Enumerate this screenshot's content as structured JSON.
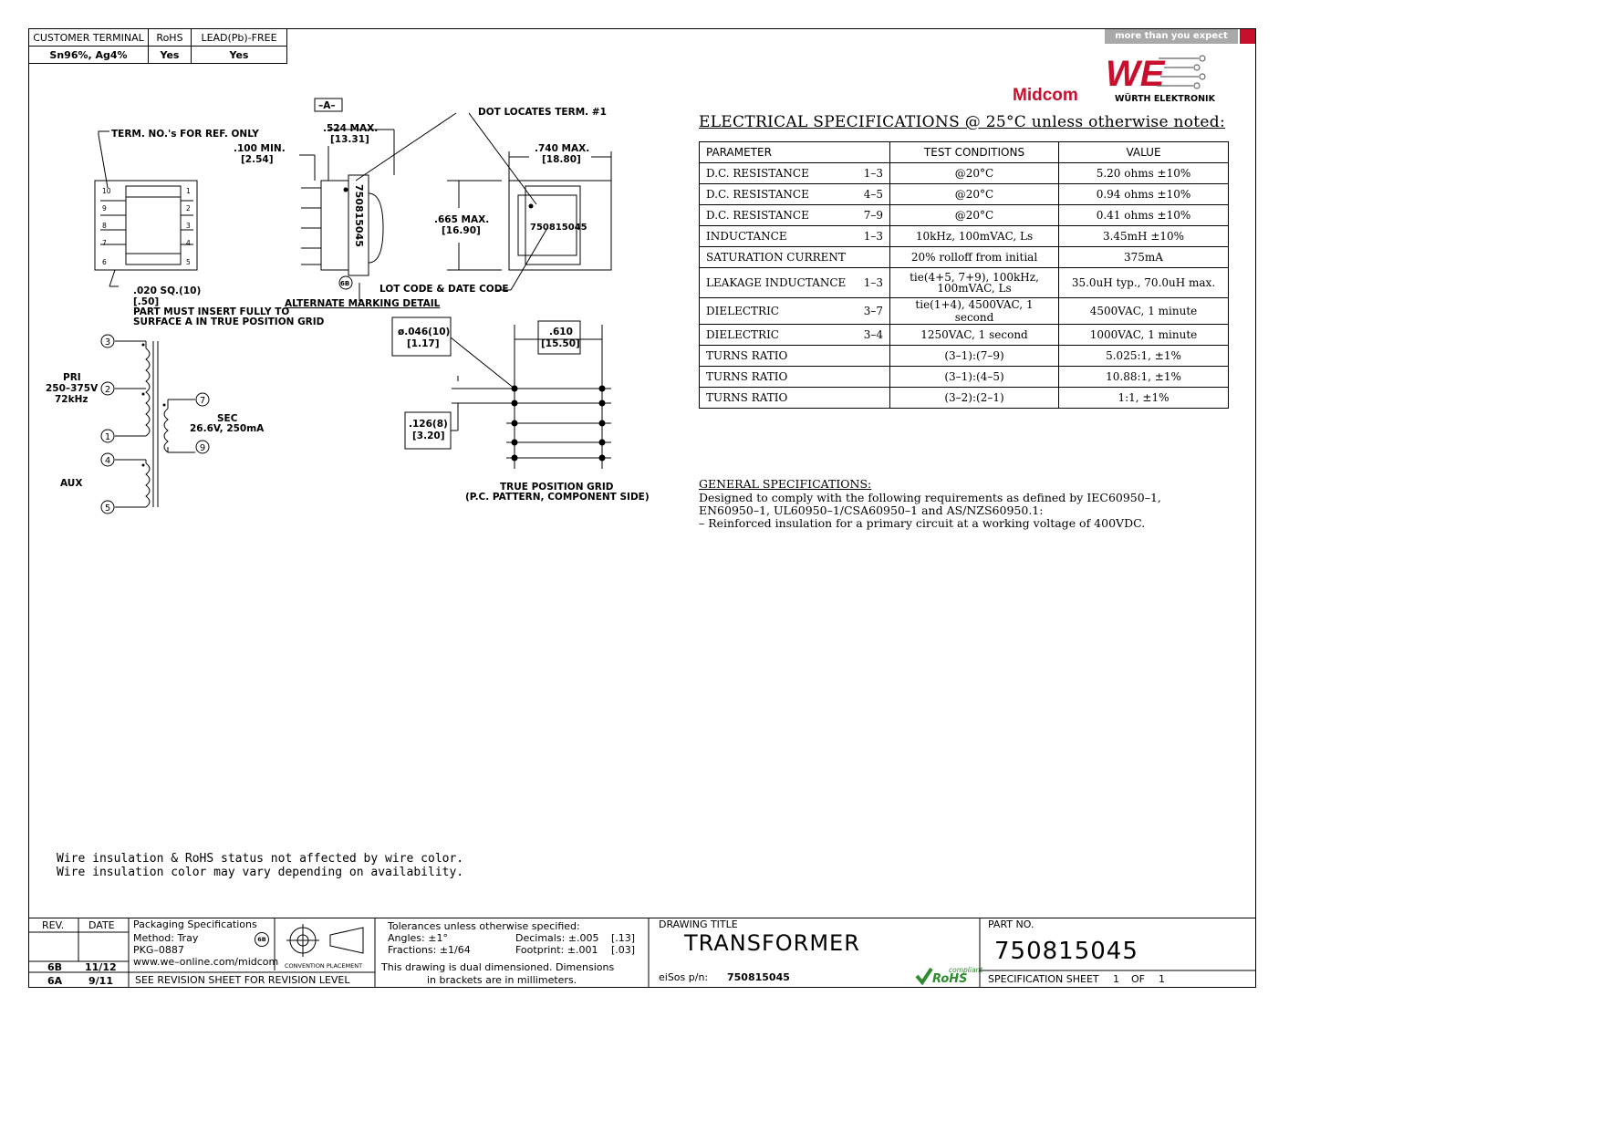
{
  "terminal_table": {
    "headers": [
      "CUSTOMER TERMINAL",
      "RoHS",
      "LEAD(Pb)-FREE"
    ],
    "values": [
      "Sn96%, Ag4%",
      "Yes",
      "Yes"
    ]
  },
  "brand": {
    "tagline": "more than you expect",
    "midcom": "Midcom",
    "we_letters": "WE",
    "wurth": "WÜRTH ELEKTRONIK",
    "accent_color": "#c8102e"
  },
  "electrical": {
    "title": "ELECTRICAL SPECIFICATIONS @ 25°C unless otherwise noted:",
    "headers": [
      "PARAMETER",
      "TEST CONDITIONS",
      "VALUE"
    ],
    "rows": [
      {
        "param": "D.C. RESISTANCE",
        "pins": "1–3",
        "cond": "@20°C",
        "value": "5.20 ohms ±10%"
      },
      {
        "param": "D.C. RESISTANCE",
        "pins": "4–5",
        "cond": "@20°C",
        "value": "0.94 ohms ±10%"
      },
      {
        "param": "D.C. RESISTANCE",
        "pins": "7–9",
        "cond": "@20°C",
        "value": "0.41 ohms ±10%"
      },
      {
        "param": "INDUCTANCE",
        "pins": "1–3",
        "cond": "10kHz, 100mVAC, Ls",
        "value": "3.45mH ±10%"
      },
      {
        "param": "SATURATION CURRENT",
        "pins": "",
        "cond": "20% rolloff from initial",
        "value": "375mA"
      },
      {
        "param": "LEAKAGE INDUCTANCE",
        "pins": "1–3",
        "cond": "tie(4+5, 7+9), 100kHz, 100mVAC, Ls",
        "value": "35.0uH typ., 70.0uH max."
      },
      {
        "param": "DIELECTRIC",
        "pins": "3–7",
        "cond": "tie(1+4), 4500VAC, 1 second",
        "value": "4500VAC, 1 minute"
      },
      {
        "param": "DIELECTRIC",
        "pins": "3–4",
        "cond": "1250VAC, 1 second",
        "value": "1000VAC, 1 minute"
      },
      {
        "param": "TURNS RATIO",
        "pins": "",
        "cond": "(3–1):(7–9)",
        "value": "5.025:1, ±1%"
      },
      {
        "param": "TURNS RATIO",
        "pins": "",
        "cond": "(3–1):(4–5)",
        "value": "10.88:1, ±1%"
      },
      {
        "param": "TURNS RATIO",
        "pins": "",
        "cond": "(3–2):(2–1)",
        "value": "1:1, ±1%"
      }
    ]
  },
  "general": {
    "title": "GENERAL SPECIFICATIONS:",
    "lines": [
      "Designed to comply with the following requirements as defined by IEC60950–1,",
      "EN60950–1, UL60950–1/CSA60950–1 and AS/NZS60950.1:",
      "– Reinforced insulation for a primary circuit at a working voltage of 400VDC."
    ]
  },
  "wire_note": [
    "Wire insulation & RoHS status not affected by wire color.",
    "Wire insulation color may vary depending on availability."
  ],
  "drawing": {
    "term_note": "TERM. NO.'s FOR REF. ONLY",
    "dim_a": "–A–",
    "dim_100": ".100 MIN.",
    "dim_100_mm": "[2.54]",
    "dim_524": ".524 MAX.",
    "dim_524_mm": "[13.31]",
    "dot_note": "DOT LOCATES TERM. #1",
    "dim_740": ".740 MAX.",
    "dim_740_mm": "[18.80]",
    "dim_665": ".665 MAX.",
    "dim_665_mm": "[16.90]",
    "part_marking": "750815045",
    "rev_flag": "6B",
    "lot_note": "LOT CODE & DATE CODE",
    "alt_marking": "ALTERNATE MARKING DETAIL",
    "pin_sq": ".020 SQ.(10)",
    "pin_sq_mm": "[.50]",
    "insert_note_1": "PART MUST INSERT FULLY TO",
    "insert_note_2": "SURFACE A IN TRUE POSITION GRID",
    "hole": "ø.046(10)",
    "hole_mm": "[1.17]",
    "dim_610": ".610",
    "dim_610_mm": "[15.50]",
    "dim_126": ".126(8)",
    "dim_126_mm": "[3.20]",
    "grid_title": "TRUE POSITION GRID",
    "grid_sub": "(P.C. PATTERN, COMPONENT SIDE)",
    "pins_left": [
      "10",
      "9",
      "8",
      "7",
      "6"
    ],
    "pins_right": [
      "1",
      "2",
      "3",
      "4",
      "5"
    ],
    "pri_label": "PRI",
    "pri_volt": "250–375V",
    "pri_freq": "72kHz",
    "sec_label": "SEC",
    "sec_rating": "26.6V, 250mA",
    "aux_label": "AUX",
    "pri_pins": [
      "3",
      "2",
      "1"
    ],
    "sec_pins": [
      "7",
      "9"
    ],
    "aux_pins": [
      "4",
      "5"
    ]
  },
  "title_block": {
    "rev_header": "REV.",
    "date_header": "DATE",
    "revisions": [
      {
        "rev": "6B",
        "date": "11/12"
      },
      {
        "rev": "6A",
        "date": "9/11"
      }
    ],
    "pkg_title": "Packaging Specifications",
    "pkg_method": "Method: Tray",
    "pkg_code": "PKG–0887",
    "website": "www.we–online.com/midcom",
    "see_revision": "SEE REVISION SHEET FOR REVISION LEVEL",
    "convention": "CONVENTION PLACEMENT",
    "tol_title": "Tolerances unless otherwise specified:",
    "angles": "Angles: ±1°",
    "fractions": "Fractions: ±1/64",
    "decimals": "Decimals: ±.005",
    "decimals_mm": "[.13]",
    "footprint": "Footprint: ±.001",
    "footprint_mm": "[.03]",
    "dual_1": "This drawing is dual dimensioned. Dimensions",
    "dual_2": "in brackets are in millimeters.",
    "drawing_title_label": "DRAWING TITLE",
    "drawing_title": "TRANSFORMER",
    "eisos_label": "eiSos p/n:",
    "eisos_pn": "750815045",
    "rohs_small": "compliant",
    "rohs_big": "RoHS",
    "rohs_color": "#2e8b2e",
    "part_no_label": "PART NO.",
    "part_no": "750815045",
    "sheet_label": "SPECIFICATION SHEET",
    "sheet_num": "1",
    "sheet_of": "OF",
    "sheet_total": "1"
  }
}
